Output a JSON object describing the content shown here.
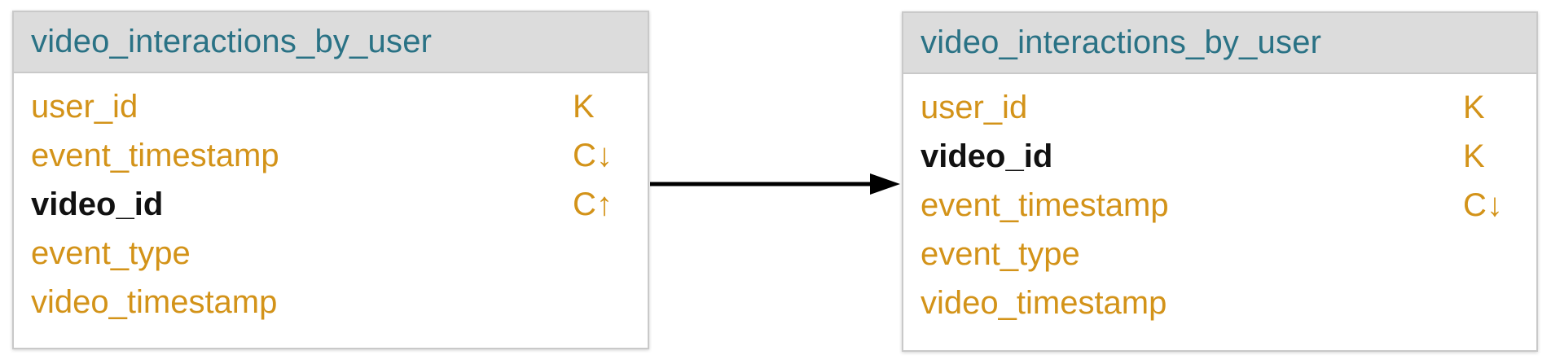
{
  "tables": [
    {
      "title": "video_interactions_by_user",
      "columns": [
        {
          "name": "user_id",
          "key": "K"
        },
        {
          "name": "event_timestamp",
          "key": "C↓"
        },
        {
          "name": "video_id",
          "key": "C↑"
        },
        {
          "name": "event_type",
          "key": ""
        },
        {
          "name": "video_timestamp",
          "key": ""
        }
      ]
    },
    {
      "title": "video_interactions_by_user",
      "columns": [
        {
          "name": "user_id",
          "key": "K"
        },
        {
          "name": "video_id",
          "key": "K"
        },
        {
          "name": "event_timestamp",
          "key": "C↓"
        },
        {
          "name": "event_type",
          "key": ""
        },
        {
          "name": "video_timestamp",
          "key": ""
        }
      ]
    }
  ],
  "colors": {
    "header_bg": "#dcdcdc",
    "title": "#2a7285",
    "column": "#d39319",
    "highlighted_column": "#111111",
    "arrow": "#000000"
  }
}
